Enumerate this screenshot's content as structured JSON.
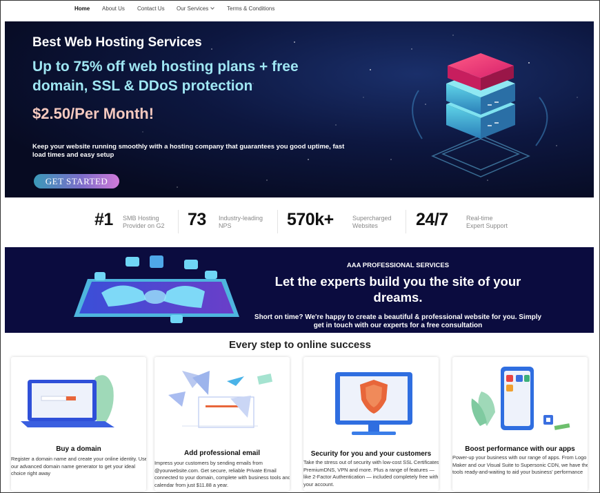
{
  "nav": {
    "items": [
      {
        "label": "Home",
        "active": true
      },
      {
        "label": "About Us"
      },
      {
        "label": "Contact Us"
      },
      {
        "label": "Our Services",
        "dropdown": true
      },
      {
        "label": "Terms & Conditions"
      }
    ]
  },
  "hero": {
    "title": "Best Web Hosting Services",
    "subtitle": "Up to 75% off web hosting plans + free domain, SSL & DDoS protection",
    "price": "$2.50/Per Month!",
    "description": "Keep your website running smoothly with a hosting company that guarantees you good uptime, fast load times and easy setup",
    "cta_label": "GET STARTED"
  },
  "stats": [
    {
      "value": "#1",
      "line1": "SMB Hosting",
      "line2": "Provider on G2"
    },
    {
      "value": "73",
      "line1": "Industry-leading",
      "line2": "NPS"
    },
    {
      "value": "570k+",
      "line1": "Supercharged",
      "line2": "Websites"
    },
    {
      "value": "24/7",
      "line1": "Real-time",
      "line2": "Expert Support"
    }
  ],
  "pro_services": {
    "eyebrow": "AAA PROFESSIONAL SERVICES",
    "title": "Let the experts build you the site of your dreams.",
    "description": "Short on time? We're happy to create a beautiful & professional website for you. Simply get in touch with our experts for a free consultation"
  },
  "steps": {
    "title": "Every step to online success",
    "cards": [
      {
        "title": "Buy a domain",
        "description": "Register a domain name and create your online identity. Use our advanced domain name generator to get your ideal choice right away"
      },
      {
        "title": "Add professional email",
        "description": "Impress your customers by sending emails from @yourwebsite.com. Get secure, reliable Private Email connected to your domain, complete with business tools and calendar from just $11.88 a year."
      },
      {
        "title": "Security for you and your customers",
        "description": "Take the stress out of security with low-cost SSL Certificates, PremiumDNS, VPN and more. Plus a range of features — like 2-Factor Authentication — included completely free with your account."
      },
      {
        "title": "Boost performance with our apps",
        "description": "Power-up your business with our range of apps. From Logo Maker and our Visual Suite to Supersonic CDN, we have the tools ready-and-waiting to aid your business' performance"
      }
    ]
  },
  "colors": {
    "hero_bg": "#0d1740",
    "hero_subtitle": "#9fe6f2",
    "hero_price": "#f5c9bf",
    "banner_bg": "#0b0c3f",
    "accent_orange": "#e8663a",
    "accent_blue": "#2f6ee0"
  },
  "icons": [
    "server-stack-illustration",
    "hands-tablet-illustration",
    "laptop-illustration",
    "envelopes-illustration",
    "shield-monitor-illustration",
    "phone-apps-illustration"
  ]
}
